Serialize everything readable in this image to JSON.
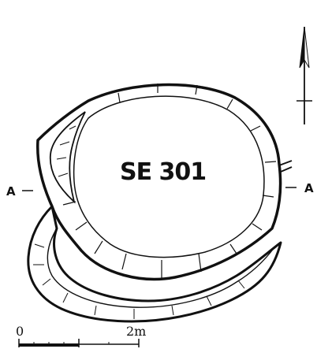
{
  "feature_label": "SE 301",
  "section_left": "A",
  "section_right": "A",
  "scale": {
    "start": "0",
    "end": "2m"
  },
  "north_arrow": {
    "icon": "north-arrow-icon"
  },
  "colors": {
    "ink": "#111111",
    "background": "#ffffff"
  }
}
